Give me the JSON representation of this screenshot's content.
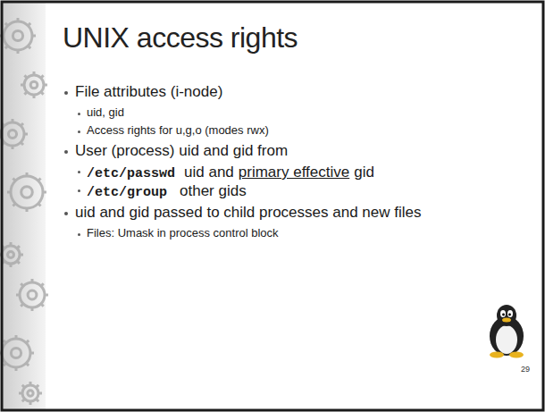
{
  "diagram": {
    "title": "UNIX access rights",
    "labels": [
      "File attributes (i-node)",
      "uid, gid",
      "Access rights for u,g,o (modes rwx)",
      "User (process) uid and gid from",
      "/etc/passwd",
      "uid and",
      "primary effective",
      "gid",
      "/etc/group",
      "other gids",
      "uid and gid passed to child processes and new files",
      "Files: Umask in process control block",
      "29"
    ]
  }
}
